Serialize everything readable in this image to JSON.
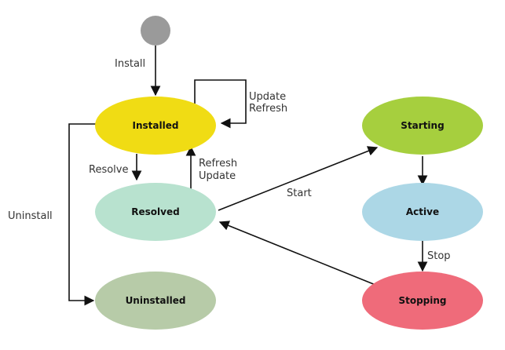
{
  "colors": {
    "start": "#9a9a9a",
    "installed": "#f0dc14",
    "resolved": "#b8e2cf",
    "uninstalled": "#b7cba8",
    "starting": "#a6cf3e",
    "active": "#acd7e6",
    "stopping": "#ef6b7a",
    "edge": "#111111"
  },
  "states": {
    "start": {
      "icon": "initial-state-circle"
    },
    "installed": {
      "label": "Installed"
    },
    "resolved": {
      "label": "Resolved"
    },
    "uninstalled": {
      "label": "Uninstalled"
    },
    "starting": {
      "label": "Starting"
    },
    "active": {
      "label": "Active"
    },
    "stopping": {
      "label": "Stopping"
    }
  },
  "transitions": {
    "install": "Install",
    "update_refresh": [
      "Update",
      "Refresh"
    ],
    "resolve": "Resolve",
    "refresh_update": [
      "Refresh",
      "Update"
    ],
    "uninstall": "Uninstall",
    "start": "Start",
    "stop": "Stop"
  }
}
